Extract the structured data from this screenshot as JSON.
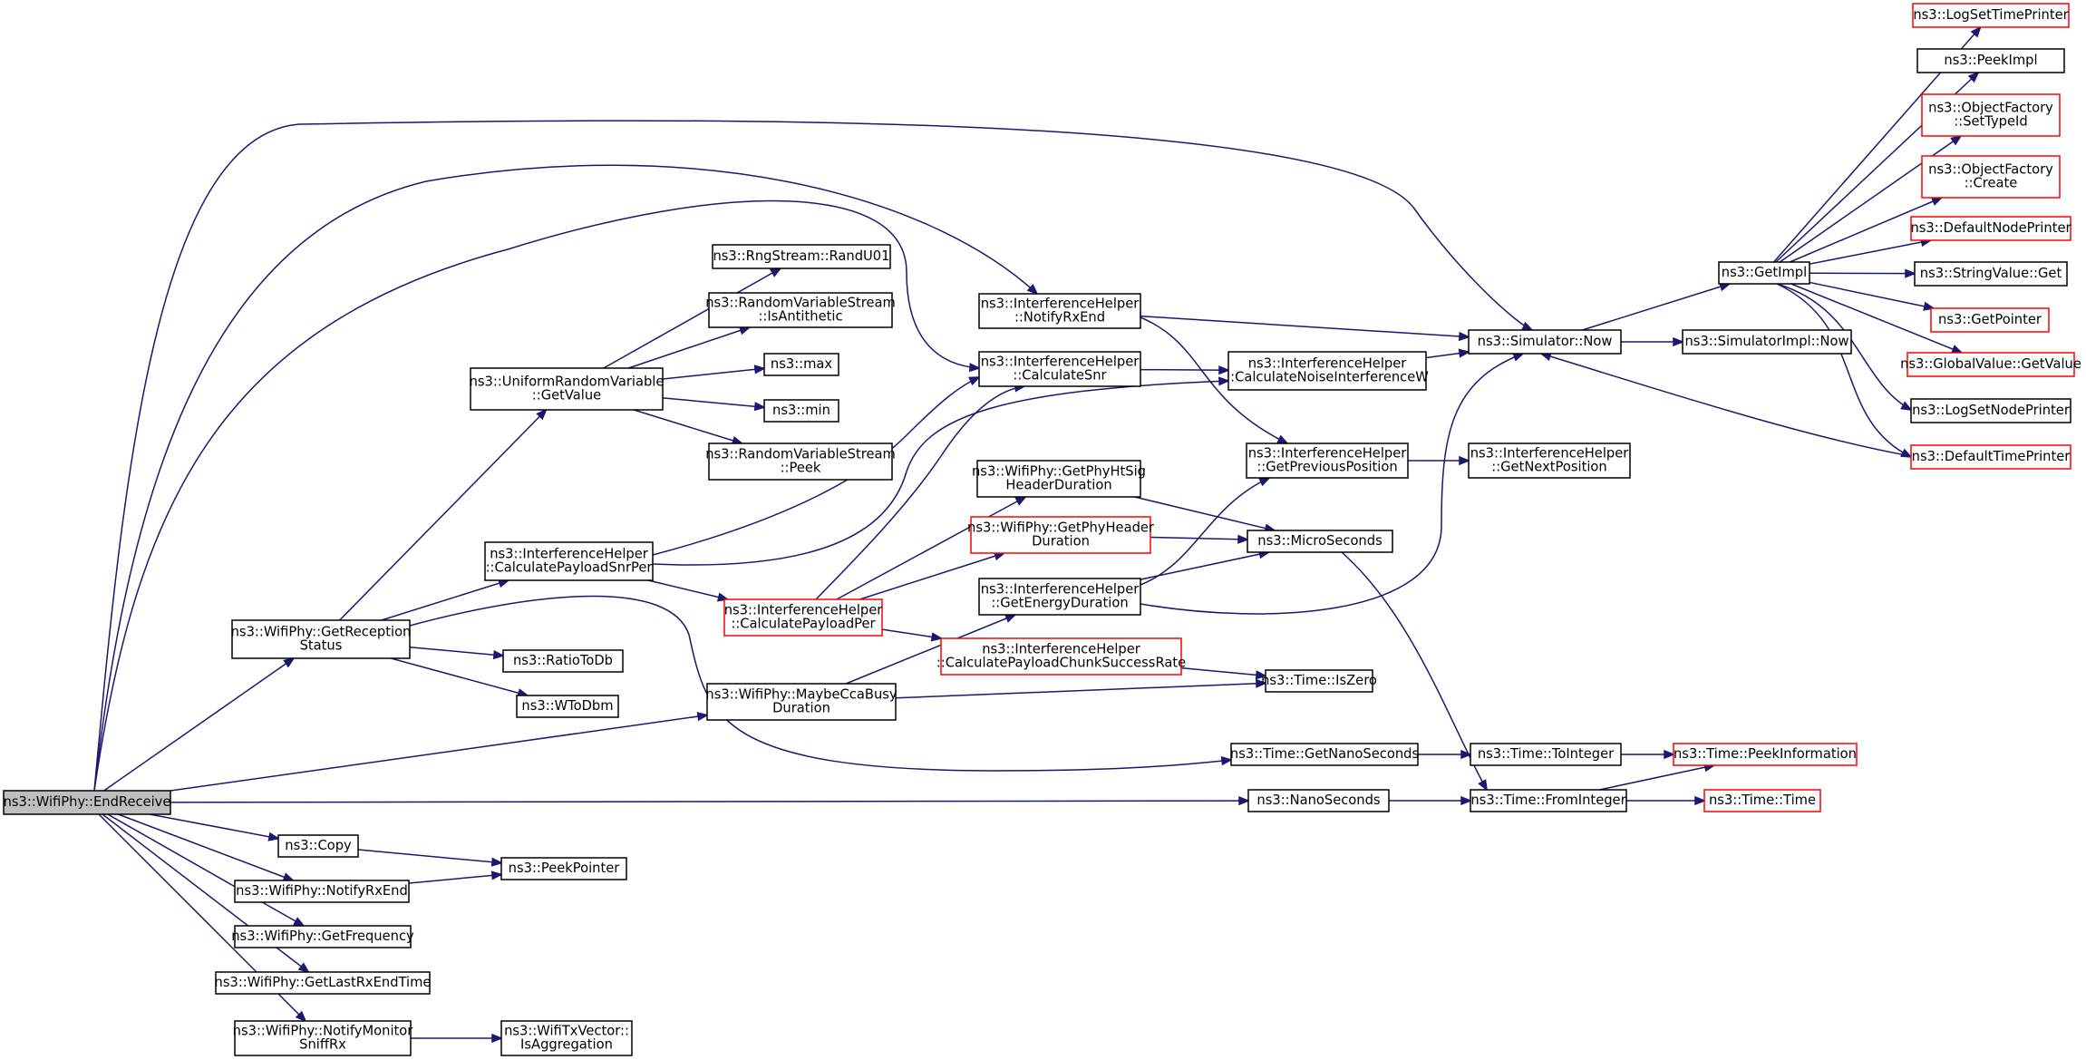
{
  "colors": {
    "edge": "#191970",
    "root_fill": "#bfbfbf",
    "node_fill": "#ffffff",
    "node_stroke": "#000000",
    "truncated_stroke": "#ff0000"
  },
  "nodes": [
    {
      "id": "endreceive",
      "lines": [
        "ns3::WifiPhy::EndReceive"
      ],
      "root": true
    },
    {
      "id": "simnow",
      "lines": [
        "ns3::Simulator::Now"
      ]
    },
    {
      "id": "notifyrxend_ih",
      "lines": [
        "ns3::InterferenceHelper",
        "::NotifyRxEnd"
      ]
    },
    {
      "id": "calcsnr",
      "lines": [
        "ns3::InterferenceHelper",
        "::CalculateSnr"
      ]
    },
    {
      "id": "getreception",
      "lines": [
        "ns3::WifiPhy::GetReception",
        "Status"
      ]
    },
    {
      "id": "maybecca",
      "lines": [
        "ns3::WifiPhy::MaybeCcaBusy",
        "Duration"
      ]
    },
    {
      "id": "getnano",
      "lines": [
        "ns3::Time::GetNanoSeconds"
      ]
    },
    {
      "id": "nanoseconds",
      "lines": [
        "ns3::NanoSeconds"
      ]
    },
    {
      "id": "copy",
      "lines": [
        "ns3::Copy"
      ]
    },
    {
      "id": "notifyrxend_phy",
      "lines": [
        "ns3::WifiPhy::NotifyRxEnd"
      ]
    },
    {
      "id": "getfreq",
      "lines": [
        "ns3::WifiPhy::GetFrequency"
      ]
    },
    {
      "id": "getlastrx",
      "lines": [
        "ns3::WifiPhy::GetLastRxEndTime"
      ]
    },
    {
      "id": "notifymonitor",
      "lines": [
        "ns3::WifiPhy::NotifyMonitor",
        "SniffRx"
      ]
    },
    {
      "id": "getimpl",
      "lines": [
        "ns3::GetImpl"
      ]
    },
    {
      "id": "simimplnow",
      "lines": [
        "ns3::SimulatorImpl::Now"
      ]
    },
    {
      "id": "logsettime",
      "lines": [
        "ns3::LogSetTimePrinter"
      ],
      "truncated": true
    },
    {
      "id": "peekimpl",
      "lines": [
        "ns3::PeekImpl"
      ]
    },
    {
      "id": "ofsettype",
      "lines": [
        "ns3::ObjectFactory",
        "::SetTypeId"
      ],
      "truncated": true
    },
    {
      "id": "ofcreate",
      "lines": [
        "ns3::ObjectFactory",
        "::Create"
      ],
      "truncated": true
    },
    {
      "id": "defnodeprinter",
      "lines": [
        "ns3::DefaultNodePrinter"
      ],
      "truncated": true
    },
    {
      "id": "stringget",
      "lines": [
        "ns3::StringValue::Get"
      ]
    },
    {
      "id": "getpointer",
      "lines": [
        "ns3::GetPointer"
      ],
      "truncated": true
    },
    {
      "id": "globalget",
      "lines": [
        "ns3::GlobalValue::GetValue"
      ],
      "truncated": true
    },
    {
      "id": "logsetnode",
      "lines": [
        "ns3::LogSetNodePrinter"
      ]
    },
    {
      "id": "deftimeprinter",
      "lines": [
        "ns3::DefaultTimePrinter"
      ],
      "truncated": true
    },
    {
      "id": "calcnoise",
      "lines": [
        "ns3::InterferenceHelper",
        "::CalculateNoiseInterferenceW"
      ]
    },
    {
      "id": "getprevpos",
      "lines": [
        "ns3::InterferenceHelper",
        "::GetPreviousPosition"
      ]
    },
    {
      "id": "getnextpos",
      "lines": [
        "ns3::InterferenceHelper",
        "::GetNextPosition"
      ]
    },
    {
      "id": "uniformget",
      "lines": [
        "ns3::UniformRandomVariable",
        "::GetValue"
      ]
    },
    {
      "id": "calcpayloadsnrper",
      "lines": [
        "ns3::InterferenceHelper",
        "::CalculatePayloadSnrPer"
      ]
    },
    {
      "id": "ratiotodb",
      "lines": [
        "ns3::RatioToDb"
      ]
    },
    {
      "id": "wtodbm",
      "lines": [
        "ns3::WToDbm"
      ]
    },
    {
      "id": "randu01",
      "lines": [
        "ns3::RngStream::RandU01"
      ]
    },
    {
      "id": "isantithetic",
      "lines": [
        "ns3::RandomVariableStream",
        "::IsAntithetic"
      ]
    },
    {
      "id": "max",
      "lines": [
        "ns3::max"
      ]
    },
    {
      "id": "min",
      "lines": [
        "ns3::min"
      ]
    },
    {
      "id": "rvspeek",
      "lines": [
        "ns3::RandomVariableStream",
        "::Peek"
      ]
    },
    {
      "id": "calcpayloadper",
      "lines": [
        "ns3::InterferenceHelper",
        "::CalculatePayloadPer"
      ],
      "truncated": true
    },
    {
      "id": "getphyhtsig",
      "lines": [
        "ns3::WifiPhy::GetPhyHtSig",
        "HeaderDuration"
      ]
    },
    {
      "id": "getphyheader",
      "lines": [
        "ns3::WifiPhy::GetPhyHeader",
        "Duration"
      ],
      "truncated": true
    },
    {
      "id": "calcchunk",
      "lines": [
        "ns3::InterferenceHelper",
        "::CalculatePayloadChunkSuccessRate"
      ],
      "truncated": true
    },
    {
      "id": "microseconds",
      "lines": [
        "ns3::MicroSeconds"
      ]
    },
    {
      "id": "getenergy",
      "lines": [
        "ns3::InterferenceHelper",
        "::GetEnergyDuration"
      ]
    },
    {
      "id": "iszero",
      "lines": [
        "ns3::Time::IsZero"
      ]
    },
    {
      "id": "tointeger",
      "lines": [
        "ns3::Time::ToInteger"
      ]
    },
    {
      "id": "fromint",
      "lines": [
        "ns3::Time::FromInteger"
      ]
    },
    {
      "id": "peekinfo",
      "lines": [
        "ns3::Time::PeekInformation"
      ],
      "truncated": true
    },
    {
      "id": "timetime",
      "lines": [
        "ns3::Time::Time"
      ],
      "truncated": true
    },
    {
      "id": "peekpointer",
      "lines": [
        "ns3::PeekPointer"
      ]
    },
    {
      "id": "isaggregation",
      "lines": [
        "ns3::WifiTxVector::",
        "IsAggregation"
      ]
    }
  ],
  "edges": [
    [
      "endreceive",
      "simnow"
    ],
    [
      "endreceive",
      "notifyrxend_ih"
    ],
    [
      "endreceive",
      "calcsnr"
    ],
    [
      "endreceive",
      "getreception"
    ],
    [
      "endreceive",
      "maybecca"
    ],
    [
      "endreceive",
      "nanoseconds"
    ],
    [
      "endreceive",
      "copy"
    ],
    [
      "endreceive",
      "notifyrxend_phy"
    ],
    [
      "endreceive",
      "getfreq"
    ],
    [
      "endreceive",
      "getlastrx"
    ],
    [
      "endreceive",
      "notifymonitor"
    ],
    [
      "simnow",
      "getimpl"
    ],
    [
      "simnow",
      "simimplnow"
    ],
    [
      "getimpl",
      "logsettime"
    ],
    [
      "getimpl",
      "peekimpl"
    ],
    [
      "getimpl",
      "ofsettype"
    ],
    [
      "getimpl",
      "ofcreate"
    ],
    [
      "getimpl",
      "defnodeprinter"
    ],
    [
      "getimpl",
      "stringget"
    ],
    [
      "getimpl",
      "getpointer"
    ],
    [
      "getimpl",
      "globalget"
    ],
    [
      "getimpl",
      "logsetnode"
    ],
    [
      "getimpl",
      "deftimeprinter"
    ],
    [
      "deftimeprinter",
      "simnow"
    ],
    [
      "notifyrxend_ih",
      "simnow"
    ],
    [
      "notifyrxend_ih",
      "getprevpos"
    ],
    [
      "calcsnr",
      "calcnoise"
    ],
    [
      "calcnoise",
      "simnow"
    ],
    [
      "getprevpos",
      "getnextpos"
    ],
    [
      "getreception",
      "uniformget"
    ],
    [
      "getreception",
      "calcpayloadsnrper"
    ],
    [
      "getreception",
      "ratiotodb"
    ],
    [
      "getreception",
      "wtodbm"
    ],
    [
      "getreception",
      "getnano"
    ],
    [
      "uniformget",
      "randu01"
    ],
    [
      "uniformget",
      "isantithetic"
    ],
    [
      "uniformget",
      "max"
    ],
    [
      "uniformget",
      "min"
    ],
    [
      "uniformget",
      "rvspeek"
    ],
    [
      "calcpayloadsnrper",
      "calcsnr"
    ],
    [
      "calcpayloadsnrper",
      "calcnoise"
    ],
    [
      "calcpayloadsnrper",
      "calcpayloadper"
    ],
    [
      "calcpayloadper",
      "calcsnr"
    ],
    [
      "calcpayloadper",
      "getphyhtsig"
    ],
    [
      "calcpayloadper",
      "getphyheader"
    ],
    [
      "calcpayloadper",
      "calcchunk"
    ],
    [
      "getphyhtsig",
      "microseconds"
    ],
    [
      "getphyheader",
      "microseconds"
    ],
    [
      "calcchunk",
      "iszero"
    ],
    [
      "maybecca",
      "getenergy"
    ],
    [
      "maybecca",
      "iszero"
    ],
    [
      "getenergy",
      "microseconds"
    ],
    [
      "getenergy",
      "getprevpos"
    ],
    [
      "getenergy",
      "simnow"
    ],
    [
      "microseconds",
      "fromint"
    ],
    [
      "getnano",
      "tointeger"
    ],
    [
      "tointeger",
      "peekinfo"
    ],
    [
      "nanoseconds",
      "fromint"
    ],
    [
      "fromint",
      "peekinfo"
    ],
    [
      "fromint",
      "timetime"
    ],
    [
      "copy",
      "peekpointer"
    ],
    [
      "notifyrxend_phy",
      "peekpointer"
    ],
    [
      "notifymonitor",
      "isaggregation"
    ]
  ]
}
